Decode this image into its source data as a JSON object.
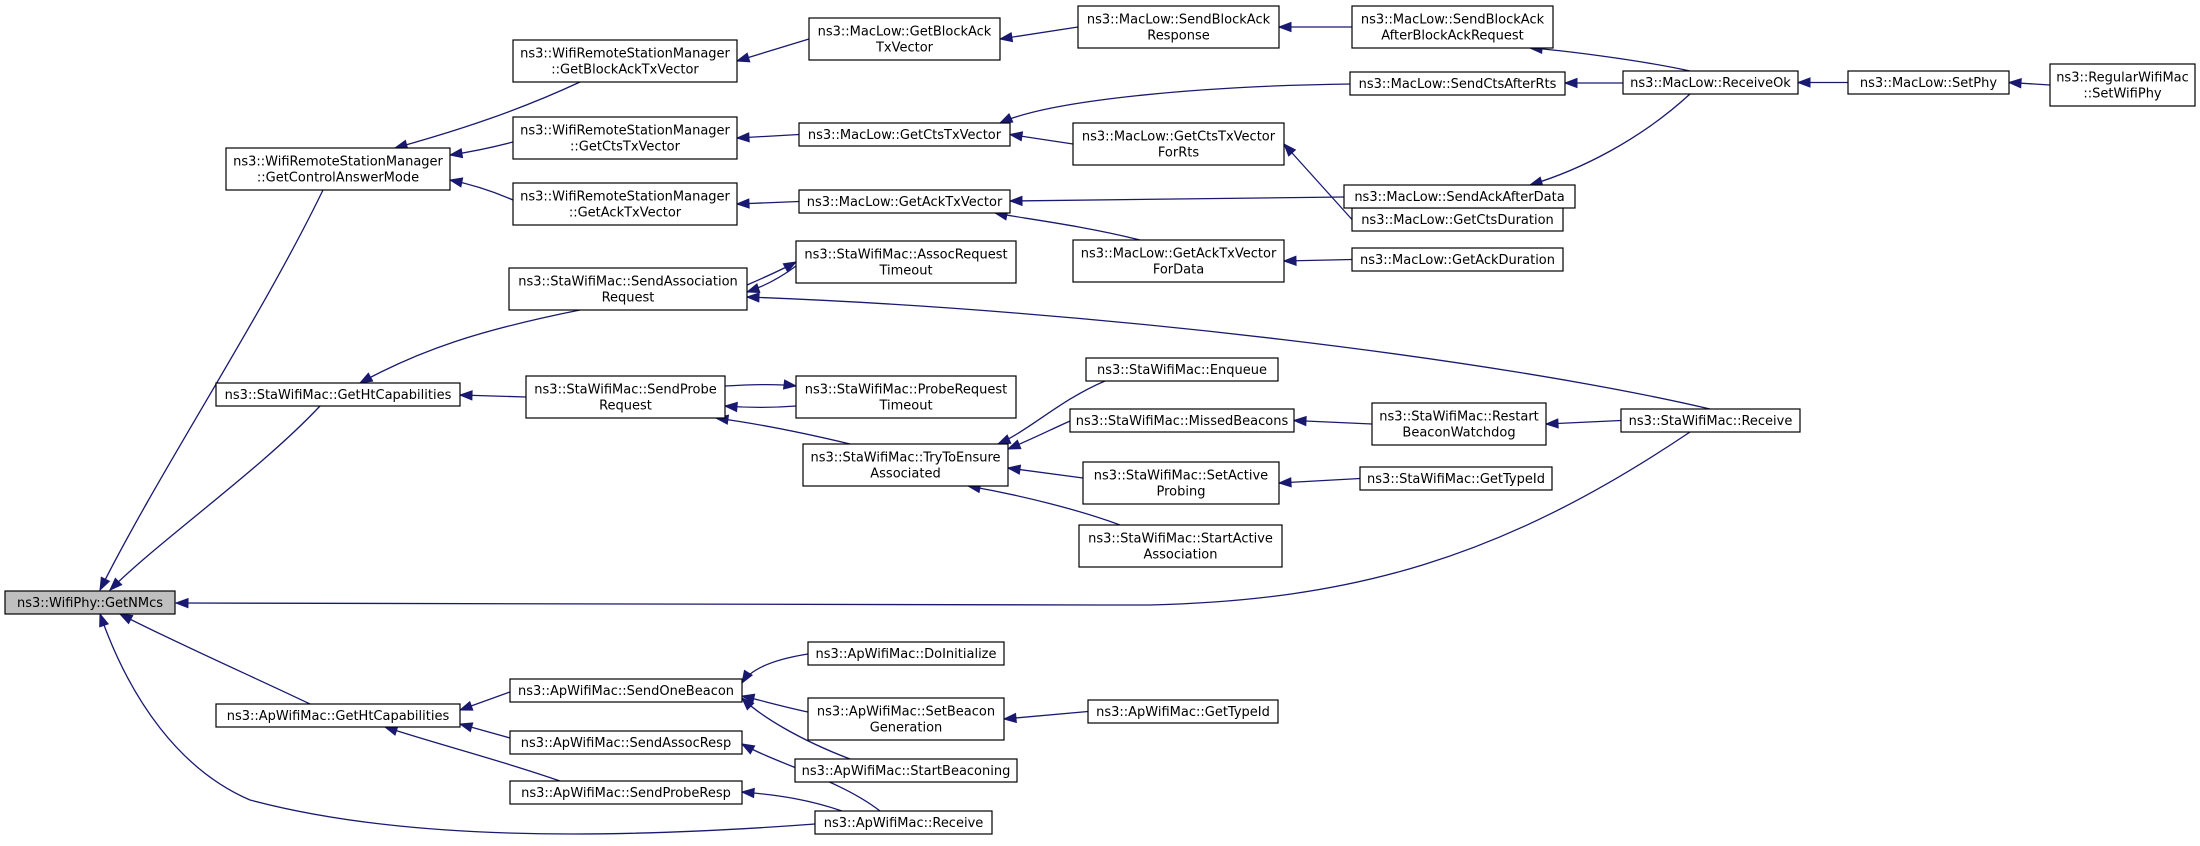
{
  "graph": {
    "nodes": [
      {
        "id": "n0",
        "lines": [
          "ns3::WifiPhy::GetNMcs"
        ]
      },
      {
        "id": "n1",
        "lines": [
          "ns3::WifiRemoteStationManager",
          "::GetControlAnswerMode"
        ]
      },
      {
        "id": "n2",
        "lines": [
          "ns3::WifiRemoteStationManager",
          "::GetBlockAckTxVector"
        ]
      },
      {
        "id": "n3",
        "lines": [
          "ns3::WifiRemoteStationManager",
          "::GetCtsTxVector"
        ]
      },
      {
        "id": "n4",
        "lines": [
          "ns3::WifiRemoteStationManager",
          "::GetAckTxVector"
        ]
      },
      {
        "id": "n5",
        "lines": [
          "ns3::MacLow::GetBlockAck",
          "TxVector"
        ]
      },
      {
        "id": "n6",
        "lines": [
          "ns3::MacLow::SendBlockAck",
          "Response"
        ]
      },
      {
        "id": "n7",
        "lines": [
          "ns3::MacLow::SendBlockAck",
          "AfterBlockAckRequest"
        ]
      },
      {
        "id": "n8",
        "lines": [
          "ns3::MacLow::ReceiveOk"
        ]
      },
      {
        "id": "n9",
        "lines": [
          "ns3::MacLow::SetPhy"
        ]
      },
      {
        "id": "n10",
        "lines": [
          "ns3::RegularWifiMac",
          "::SetWifiPhy"
        ]
      },
      {
        "id": "n11",
        "lines": [
          "ns3::MacLow::SendCtsAfterRts"
        ]
      },
      {
        "id": "n12",
        "lines": [
          "ns3::MacLow::GetCtsTxVector"
        ]
      },
      {
        "id": "n13",
        "lines": [
          "ns3::MacLow::GetCtsTxVector",
          "ForRts"
        ]
      },
      {
        "id": "n14",
        "lines": [
          "ns3::MacLow::GetCtsDuration"
        ]
      },
      {
        "id": "n15",
        "lines": [
          "ns3::MacLow::GetAckTxVector"
        ]
      },
      {
        "id": "n16",
        "lines": [
          "ns3::MacLow::SendAckAfterData"
        ]
      },
      {
        "id": "n17",
        "lines": [
          "ns3::MacLow::GetAckTxVector",
          "ForData"
        ]
      },
      {
        "id": "n18",
        "lines": [
          "ns3::MacLow::GetAckDuration"
        ]
      },
      {
        "id": "n19",
        "lines": [
          "ns3::StaWifiMac::SendAssociation",
          "Request"
        ]
      },
      {
        "id": "n20",
        "lines": [
          "ns3::StaWifiMac::AssocRequest",
          "Timeout"
        ]
      },
      {
        "id": "n21",
        "lines": [
          "ns3::StaWifiMac::GetHtCapabilities"
        ]
      },
      {
        "id": "n22",
        "lines": [
          "ns3::StaWifiMac::SendProbe",
          "Request"
        ]
      },
      {
        "id": "n23",
        "lines": [
          "ns3::StaWifiMac::ProbeRequest",
          "Timeout"
        ]
      },
      {
        "id": "n24",
        "lines": [
          "ns3::StaWifiMac::Enqueue"
        ]
      },
      {
        "id": "n25",
        "lines": [
          "ns3::StaWifiMac::MissedBeacons"
        ]
      },
      {
        "id": "n26",
        "lines": [
          "ns3::StaWifiMac::Restart",
          "BeaconWatchdog"
        ]
      },
      {
        "id": "n27",
        "lines": [
          "ns3::StaWifiMac::Receive"
        ]
      },
      {
        "id": "n28",
        "lines": [
          "ns3::StaWifiMac::TryToEnsure",
          "Associated"
        ]
      },
      {
        "id": "n29",
        "lines": [
          "ns3::StaWifiMac::SetActive",
          "Probing"
        ]
      },
      {
        "id": "n30",
        "lines": [
          "ns3::StaWifiMac::GetTypeId"
        ]
      },
      {
        "id": "n31",
        "lines": [
          "ns3::StaWifiMac::StartActive",
          "Association"
        ]
      },
      {
        "id": "n32",
        "lines": [
          "ns3::ApWifiMac::GetHtCapabilities"
        ]
      },
      {
        "id": "n33",
        "lines": [
          "ns3::ApWifiMac::SendOneBeacon"
        ]
      },
      {
        "id": "n34",
        "lines": [
          "ns3::ApWifiMac::DoInitialize"
        ]
      },
      {
        "id": "n35",
        "lines": [
          "ns3::ApWifiMac::SetBeacon",
          "Generation"
        ]
      },
      {
        "id": "n36",
        "lines": [
          "ns3::ApWifiMac::GetTypeId"
        ]
      },
      {
        "id": "n37",
        "lines": [
          "ns3::ApWifiMac::StartBeaconing"
        ]
      },
      {
        "id": "n38",
        "lines": [
          "ns3::ApWifiMac::SendAssocResp"
        ]
      },
      {
        "id": "n39",
        "lines": [
          "ns3::ApWifiMac::SendProbeResp"
        ]
      },
      {
        "id": "n40",
        "lines": [
          "ns3::ApWifiMac::Receive"
        ]
      }
    ],
    "edges": [
      {
        "from": "n1",
        "to": "n0"
      },
      {
        "from": "n21",
        "to": "n0"
      },
      {
        "from": "n27",
        "to": "n0"
      },
      {
        "from": "n32",
        "to": "n0"
      },
      {
        "from": "n40",
        "to": "n0"
      },
      {
        "from": "n2",
        "to": "n1"
      },
      {
        "from": "n3",
        "to": "n1"
      },
      {
        "from": "n4",
        "to": "n1"
      },
      {
        "from": "n5",
        "to": "n2"
      },
      {
        "from": "n6",
        "to": "n5"
      },
      {
        "from": "n7",
        "to": "n6"
      },
      {
        "from": "n8",
        "to": "n7"
      },
      {
        "from": "n9",
        "to": "n8"
      },
      {
        "from": "n10",
        "to": "n9"
      },
      {
        "from": "n12",
        "to": "n3"
      },
      {
        "from": "n11",
        "to": "n12"
      },
      {
        "from": "n13",
        "to": "n12"
      },
      {
        "from": "n8",
        "to": "n11"
      },
      {
        "from": "n14",
        "to": "n13"
      },
      {
        "from": "n15",
        "to": "n4"
      },
      {
        "from": "n16",
        "to": "n15"
      },
      {
        "from": "n17",
        "to": "n15"
      },
      {
        "from": "n8",
        "to": "n16"
      },
      {
        "from": "n18",
        "to": "n17"
      },
      {
        "from": "n19",
        "to": "n21"
      },
      {
        "from": "n22",
        "to": "n21"
      },
      {
        "from": "n20",
        "to": "n19"
      },
      {
        "from": "n27",
        "to": "n19"
      },
      {
        "from": "n19",
        "to": "n20"
      },
      {
        "from": "n23",
        "to": "n22"
      },
      {
        "from": "n28",
        "to": "n22"
      },
      {
        "from": "n22",
        "to": "n23"
      },
      {
        "from": "n24",
        "to": "n28"
      },
      {
        "from": "n25",
        "to": "n28"
      },
      {
        "from": "n29",
        "to": "n28"
      },
      {
        "from": "n31",
        "to": "n28"
      },
      {
        "from": "n26",
        "to": "n25"
      },
      {
        "from": "n27",
        "to": "n26"
      },
      {
        "from": "n30",
        "to": "n29"
      },
      {
        "from": "n33",
        "to": "n32"
      },
      {
        "from": "n38",
        "to": "n32"
      },
      {
        "from": "n39",
        "to": "n32"
      },
      {
        "from": "n34",
        "to": "n33"
      },
      {
        "from": "n35",
        "to": "n33"
      },
      {
        "from": "n37",
        "to": "n33"
      },
      {
        "from": "n36",
        "to": "n35"
      },
      {
        "from": "n40",
        "to": "n38"
      },
      {
        "from": "n40",
        "to": "n39"
      }
    ]
  }
}
